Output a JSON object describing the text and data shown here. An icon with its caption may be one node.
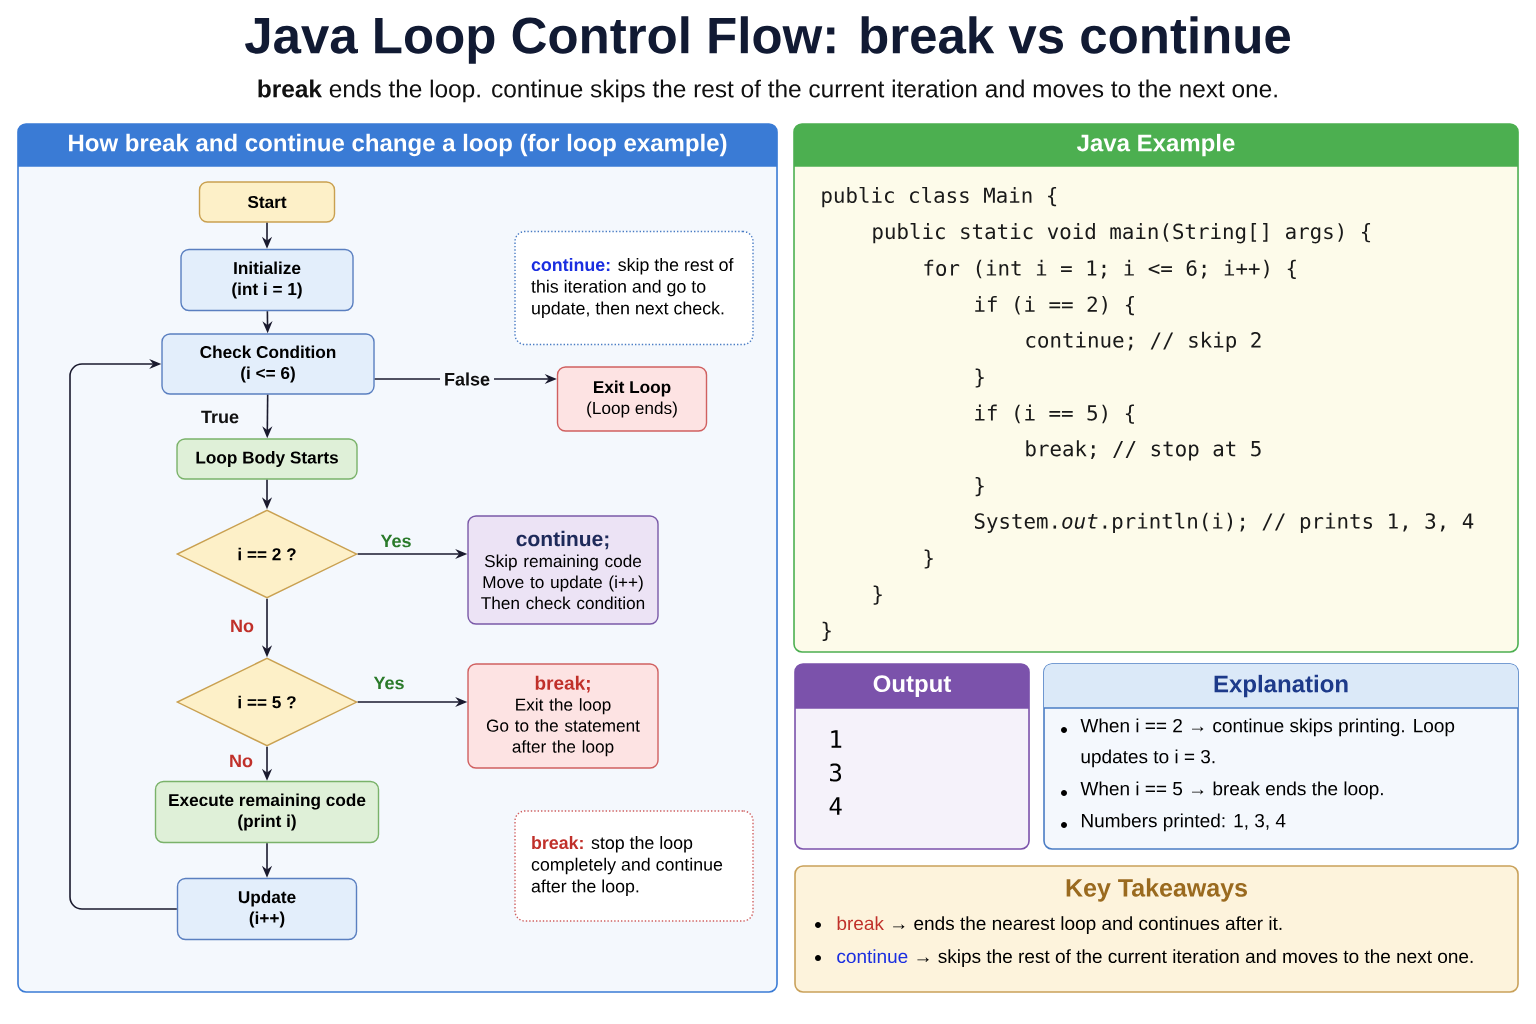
{
  "diagram": {
    "title": "Java Loop Control Flow: break vs continue",
    "caption": "**break** ends the loop. continue skips the rest of the current iteration and moves to the next one.",
    "nodes": [
      {
        "text": [
          "How break and continue change a loop (for loop example)"
        ]
      },
      {
        "text": [
          "Start"
        ],
        "in": 0
      },
      {
        "text": [
          "Initialize",
          "(int i = 1)"
        ],
        "in": 0
      },
      {
        "text": [
          "Check Condition",
          "(i <= 6)"
        ],
        "in": 0
      },
      {
        "text": [
          "Exit Loop",
          "(Loop ends)"
        ],
        "in": 0
      },
      {
        "text": [
          "Loop Body Starts"
        ],
        "in": 0
      },
      {
        "text": [
          "i == 2 ?"
        ],
        "in": 0
      },
      {
        "text": [
          "continue;",
          "Skip remaining code",
          "Move to update (i++)",
          "Then check condition"
        ],
        "in": 0
      },
      {
        "text": [
          "i == 5 ?"
        ],
        "in": 0
      },
      {
        "text": [
          "break;",
          "Exit the loop",
          "Go to the statement after the loop"
        ],
        "in": 0
      },
      {
        "text": [
          "Execute remaining code",
          "(print i)"
        ],
        "in": 0
      },
      {
        "text": [
          "Update",
          "(i++)"
        ],
        "in": 0
      },
      {
        "text": [
          "continue:",
          "skip the rest of this iteration and go to update, then next check."
        ],
        "in": 0
      },
      {
        "text": [
          "break:",
          "stop the loop completely and continue after the loop."
        ],
        "in": 0
      },
      {
        "text": [
          "Java Example",
          "public class Main {",
          "public static void main(String[] args) {",
          "for (int i = 1; i <= 6; i++) {",
          "if (i == 2) {",
          "continue; // skip 2",
          "}",
          "if (i == 5) {",
          "break; // stop at 5",
          "}",
          "System.*out*.println(i); // prints 1, 3, 4",
          "}",
          "}",
          "}"
        ]
      },
      {
        "text": [
          "Output",
          "1",
          "3",
          "4"
        ]
      },
      {
        "text": [
          "Explanation",
          "When i == 2 → continue skips printing. Loop updates to i = 3.",
          "When i == 5 → break ends the loop.",
          "Numbers printed: 1, 3, 4"
        ]
      },
      {
        "text": [
          "Key Takeaways",
          "break",
          "→ ends the nearest loop and continues after it.",
          "continue",
          "→ skips the rest of the current iteration and moves to the next one."
        ]
      }
    ],
    "edges": [
      {
        "from": 1,
        "to": 2,
        "arrow": "to"
      },
      {
        "from": 2,
        "to": 3,
        "arrow": "to"
      },
      {
        "from": 3,
        "to": 4,
        "arrow": "to",
        "label": "False"
      },
      {
        "from": 3,
        "to": 5,
        "arrow": "to",
        "label": "True"
      },
      {
        "from": 5,
        "to": 6,
        "arrow": "to"
      },
      {
        "from": 6,
        "to": 7,
        "arrow": "to",
        "label": "Yes"
      },
      {
        "from": 6,
        "to": 8,
        "arrow": "to",
        "label": "No"
      },
      {
        "from": 8,
        "to": 9,
        "arrow": "to",
        "label": "Yes"
      },
      {
        "from": 8,
        "to": 10,
        "arrow": "to",
        "label": "No"
      },
      {
        "from": 10,
        "to": 11,
        "arrow": "to"
      },
      {
        "from": 11,
        "to": 3,
        "arrow": "to"
      }
    ]
  }
}
